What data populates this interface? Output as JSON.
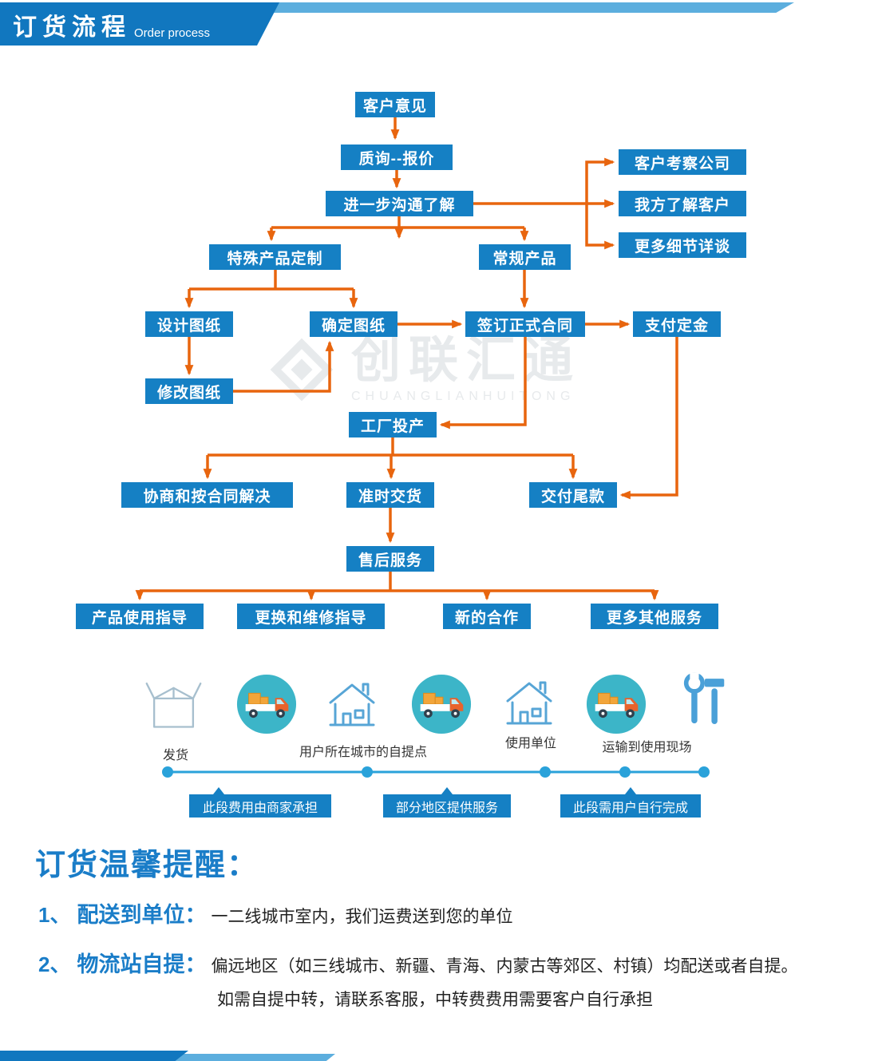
{
  "header": {
    "title": "订货流程",
    "subtitle": "Order process"
  },
  "watermark": {
    "name": "创联汇通",
    "romanized": "CHUANGLIANHUITONG"
  },
  "flowchart": {
    "nodes": [
      {
        "label": "客户意见"
      },
      {
        "label": "质询--报价"
      },
      {
        "label": "进一步沟通了解"
      },
      {
        "label": "客户考察公司"
      },
      {
        "label": "我方了解客户"
      },
      {
        "label": "更多细节详谈"
      },
      {
        "label": "特殊产品定制"
      },
      {
        "label": "常规产品"
      },
      {
        "label": "设计图纸"
      },
      {
        "label": "确定图纸"
      },
      {
        "label": "签订正式合同"
      },
      {
        "label": "支付定金"
      },
      {
        "label": "修改图纸"
      },
      {
        "label": "工厂投产"
      },
      {
        "label": "协商和按合同解决"
      },
      {
        "label": "准时交货"
      },
      {
        "label": "交付尾款"
      },
      {
        "label": "售后服务"
      },
      {
        "label": "产品使用指导"
      },
      {
        "label": "更换和维修指导"
      },
      {
        "label": "新的合作"
      },
      {
        "label": "更多其他服务"
      }
    ]
  },
  "logistics": {
    "stage_labels": [
      "发货",
      "用户所在城市的自提点",
      "使用单位",
      "运输到使用现场"
    ],
    "callouts": [
      "此段费用由商家承担",
      "部分地区提供服务",
      "此段需用户自行完成"
    ],
    "icons": [
      "parcel-icon",
      "truck-icon",
      "house-icon",
      "truck-icon",
      "house-icon",
      "truck-icon",
      "tools-icon"
    ]
  },
  "reminder": {
    "title": "订货温馨提醒：",
    "items": [
      {
        "num": "1、",
        "label": "配送到单位：",
        "text": "一二线城市室内，我们运费送到您的单位"
      },
      {
        "num": "2、",
        "label": "物流站自提：",
        "text": "偏远地区（如三线城市、新疆、青海、内蒙古等郊区、村镇）均配送或者自提。",
        "text2": "如需自提中转，请联系客服，中转费费用需要客户自行承担"
      }
    ]
  },
  "colors": {
    "header_blue": "#1177bf",
    "node_blue": "#1580c4",
    "arrow_orange": "#e8650e",
    "teal_circle": "#3cb5c8",
    "timeline_blue": "#2aa2da",
    "light_blue_sliver": "#5caede"
  }
}
